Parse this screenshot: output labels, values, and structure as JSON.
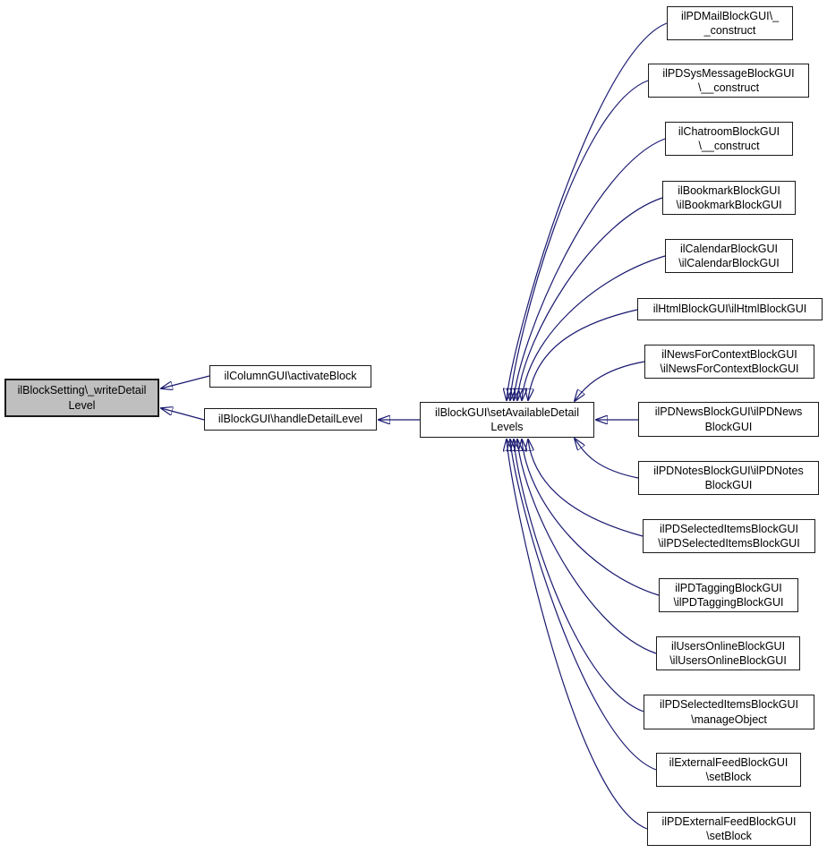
{
  "colors": {
    "edge": "#191970",
    "node_border": "#1a1a1a",
    "node_background": "#ffffff",
    "current_node_background": "#bfbfbf",
    "page_background": "#ffffff"
  },
  "nodes": {
    "write_detail": {
      "line1": "ilBlockSetting\\_writeDetail",
      "line2": "Level"
    },
    "activate_block": {
      "line1": "ilColumnGUI\\activateBlock"
    },
    "handle_detail": {
      "line1": "ilBlockGUI\\handleDetailLevel"
    },
    "set_available": {
      "line1": "ilBlockGUI\\setAvailableDetail",
      "line2": "Levels"
    },
    "pd_mail": {
      "line1": "ilPDMailBlockGUI\\_",
      "line2": "_construct"
    },
    "pd_sys_message": {
      "line1": "ilPDSysMessageBlockGUI",
      "line2": "\\__construct"
    },
    "chatroom": {
      "line1": "ilChatroomBlockGUI",
      "line2": "\\__construct"
    },
    "bookmark": {
      "line1": "ilBookmarkBlockGUI",
      "line2": "\\ilBookmarkBlockGUI"
    },
    "calendar": {
      "line1": "ilCalendarBlockGUI",
      "line2": "\\ilCalendarBlockGUI"
    },
    "html_block": {
      "line1": "ilHtmlBlockGUI\\ilHtmlBlockGUI"
    },
    "news_for_context": {
      "line1": "ilNewsForContextBlockGUI",
      "line2": "\\ilNewsForContextBlockGUI"
    },
    "pd_news": {
      "line1": "ilPDNewsBlockGUI\\ilPDNews",
      "line2": "BlockGUI"
    },
    "pd_notes": {
      "line1": "ilPDNotesBlockGUI\\ilPDNotes",
      "line2": "BlockGUI"
    },
    "pd_selected_items": {
      "line1": "ilPDSelectedItemsBlockGUI",
      "line2": "\\ilPDSelectedItemsBlockGUI"
    },
    "pd_tagging": {
      "line1": "ilPDTaggingBlockGUI",
      "line2": "\\ilPDTaggingBlockGUI"
    },
    "users_online": {
      "line1": "ilUsersOnlineBlockGUI",
      "line2": "\\ilUsersOnlineBlockGUI"
    },
    "manage_object": {
      "line1": "ilPDSelectedItemsBlockGUI",
      "line2": "\\manageObject"
    },
    "external_feed": {
      "line1": "ilExternalFeedBlockGUI",
      "line2": "\\setBlock"
    },
    "pd_external_feed": {
      "line1": "ilPDExternalFeedBlockGUI",
      "line2": "\\setBlock"
    }
  }
}
